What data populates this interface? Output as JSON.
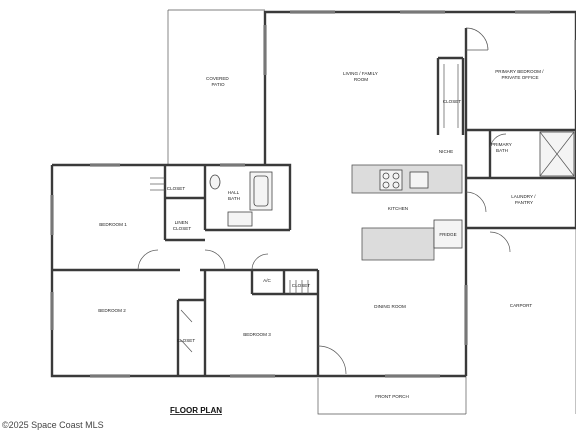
{
  "plan": {
    "title": "FLOOR PLAN",
    "copyright": "©2025 Space Coast MLS",
    "rooms": {
      "covered_patio": [
        "COVERED",
        "PATIO"
      ],
      "living": [
        "LIVING / FAMILY",
        "ROOM"
      ],
      "primary_bedroom": [
        "PRIMARY BEDROOM /",
        "PRIVATE OFFICE"
      ],
      "primary_closet": [
        "CLOSET"
      ],
      "primary_bath": [
        "PRIMARY",
        "BATH"
      ],
      "niche": [
        "NICHE"
      ],
      "kitchen": [
        "KITCHEN"
      ],
      "laundry": [
        "LAUNDRY /",
        "PANTRY"
      ],
      "fridge": [
        "FRIDGE"
      ],
      "hall_bath": [
        "HALL",
        "BATH"
      ],
      "closet_b1": [
        "CLOSET"
      ],
      "linen_closet": [
        "LINEN",
        "CLOSET"
      ],
      "bedroom1": [
        "BEDROOM 1"
      ],
      "bedroom2": [
        "BEDROOM 2"
      ],
      "closet_b2": [
        "CLOSET"
      ],
      "ac": [
        "A/C"
      ],
      "closet_b3": [
        "CLOSET"
      ],
      "bedroom3": [
        "BEDROOM 3"
      ],
      "dining": [
        "DINING ROOM"
      ],
      "carport": [
        "CARPORT"
      ],
      "front_porch": [
        "FRONT PORCH"
      ]
    }
  }
}
